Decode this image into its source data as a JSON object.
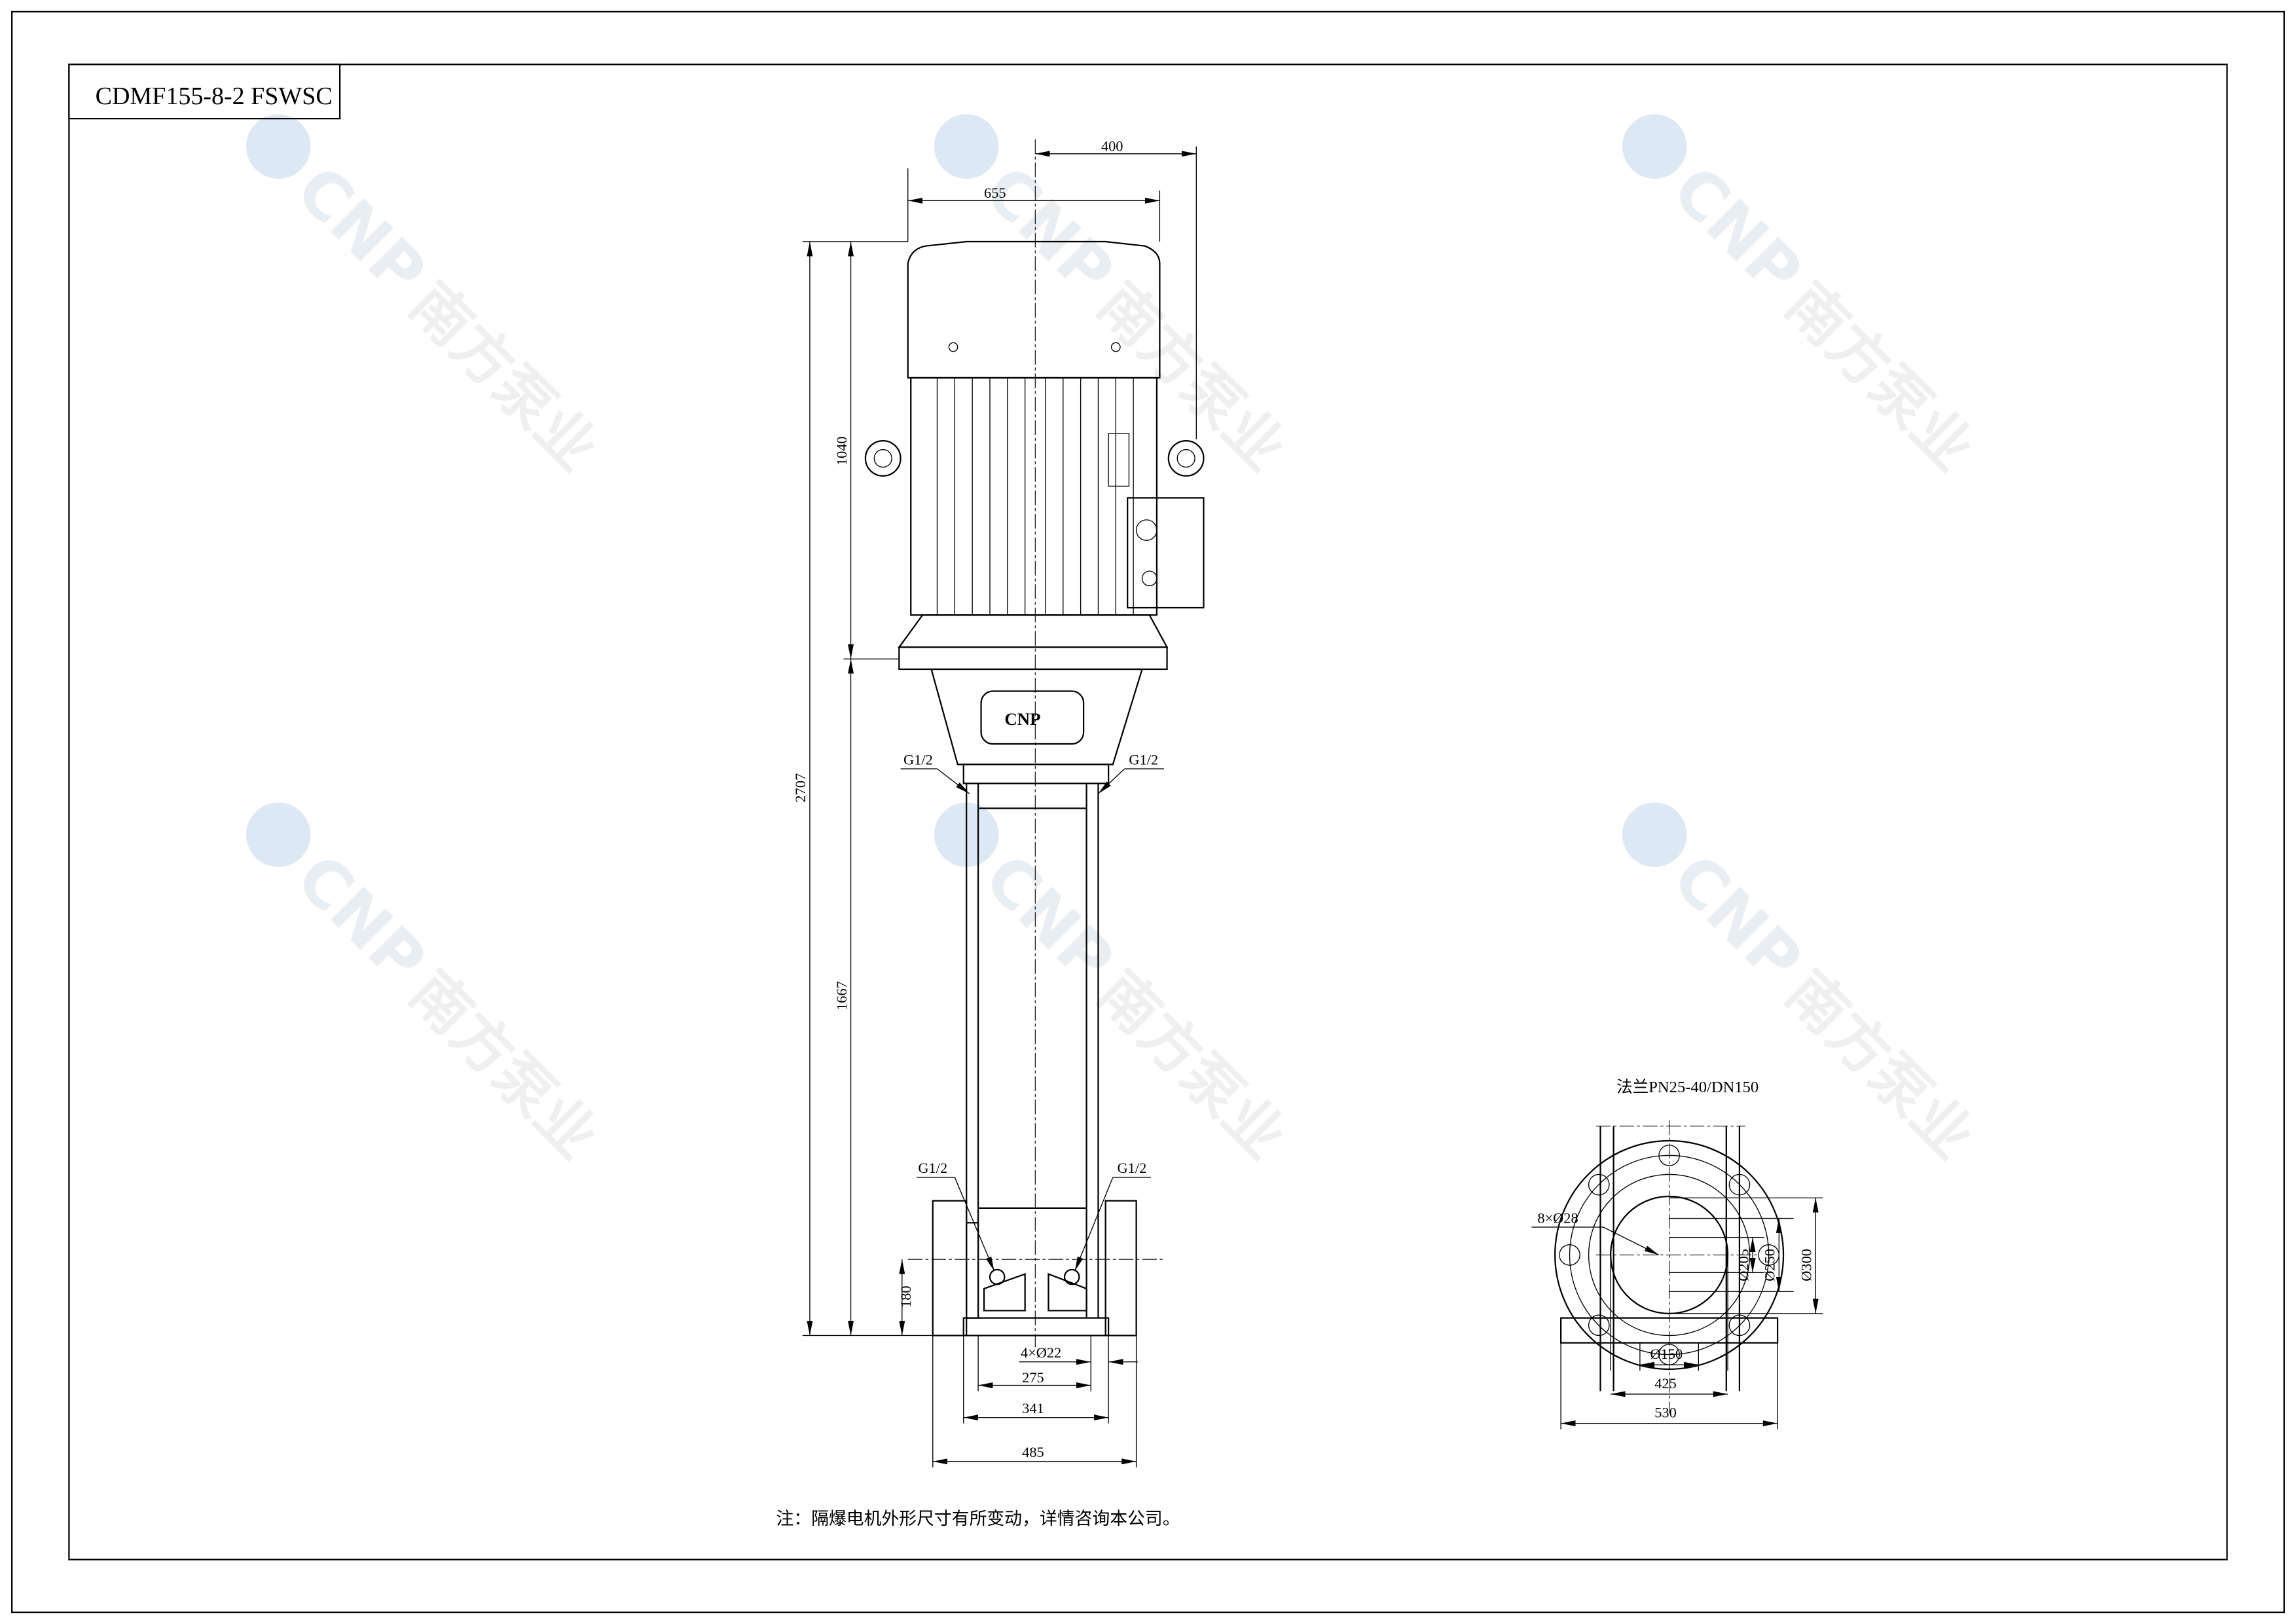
{
  "title_block": {
    "model": "CDMF155-8-2 FSWSC"
  },
  "watermark": {
    "brand": "CNP",
    "chinese": "南方泵业"
  },
  "motor": {
    "badge": "CNP"
  },
  "dimensions": {
    "motor_width": "655",
    "motor_offset": "400",
    "total_height": "2707",
    "motor_height": "1040",
    "pump_height": "1667",
    "inlet_height": "180",
    "base_holes": "4×Ø22",
    "hole_spacing": "275",
    "base_width": "341",
    "flange_span": "485",
    "g_top_left": "G1/2",
    "g_top_right": "G1/2",
    "g_bottom_left": "G1/2",
    "g_bottom_right": "G1/2"
  },
  "flange_view": {
    "title": "法兰PN25-40/DN150",
    "bolt_holes": "8×Ø28",
    "d_pcd": "Ø205",
    "d_inner": "Ø250",
    "d_outer": "Ø300",
    "d_bore": "Ø150",
    "base_hole_spacing": "425",
    "base_width": "530"
  },
  "note": "注：隔爆电机外形尺寸有所变动，详情咨询本公司。"
}
